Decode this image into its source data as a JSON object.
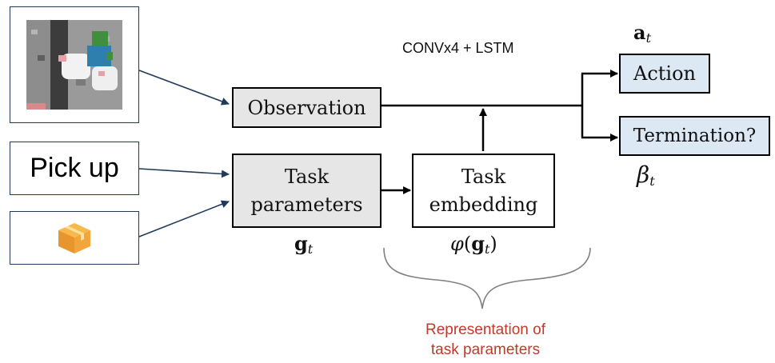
{
  "inputs": {
    "text_input": "Pick up"
  },
  "nodes": {
    "observation": "Observation",
    "task_parameters_line1": "Task",
    "task_parameters_line2": "parameters",
    "task_embedding_line1": "Task",
    "task_embedding_line2": "embedding",
    "action": "Action",
    "termination": "Termination?"
  },
  "labels": {
    "network": "CONVx4 + LSTM",
    "action_symbol": "a",
    "action_subscript": "t",
    "termination_symbol": "β",
    "termination_subscript": "t",
    "params_symbol": "g",
    "params_subscript": "t",
    "embedding_func": "φ",
    "embedding_open": "(",
    "embedding_arg": "g",
    "embedding_subscript": "t",
    "embedding_close": ")",
    "brace_caption_line1": "Representation of",
    "brace_caption_line2": "task parameters"
  },
  "colors": {
    "input_border": "#1f3a5a",
    "caption": "#c0392b",
    "node_gray": "#e6e6e6",
    "node_blue": "#dde8f5"
  },
  "icons": {
    "observation_image": "minecraft-scene-image",
    "object_icon": "box-icon"
  }
}
